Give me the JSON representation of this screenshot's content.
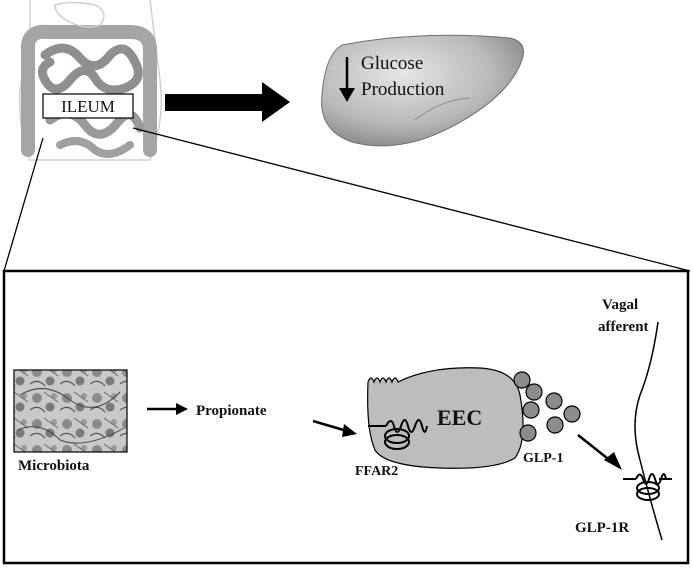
{
  "figure": {
    "top": {
      "intestine_label": "ILEUM",
      "liver_text_line1": "Glucose",
      "liver_text_line2": "Production",
      "liver_arrow_direction": "down"
    },
    "inset": {
      "microbiota_label": "Microbiota",
      "metabolite_label": "Propionate",
      "cell_label": "EEC",
      "receptor_label": "FFAR2",
      "hormone_label": "GLP-1",
      "hormone_receptor_label": "GLP-1R",
      "nerve_label_line1": "Vagal",
      "nerve_label_line2": "afferent"
    },
    "colors": {
      "ink": "#111111",
      "organ_gray": "#b3b3b3",
      "cell_gray": "#bdbdbd",
      "granule_gray": "#8c8c8c",
      "box_border": "#000000"
    }
  }
}
